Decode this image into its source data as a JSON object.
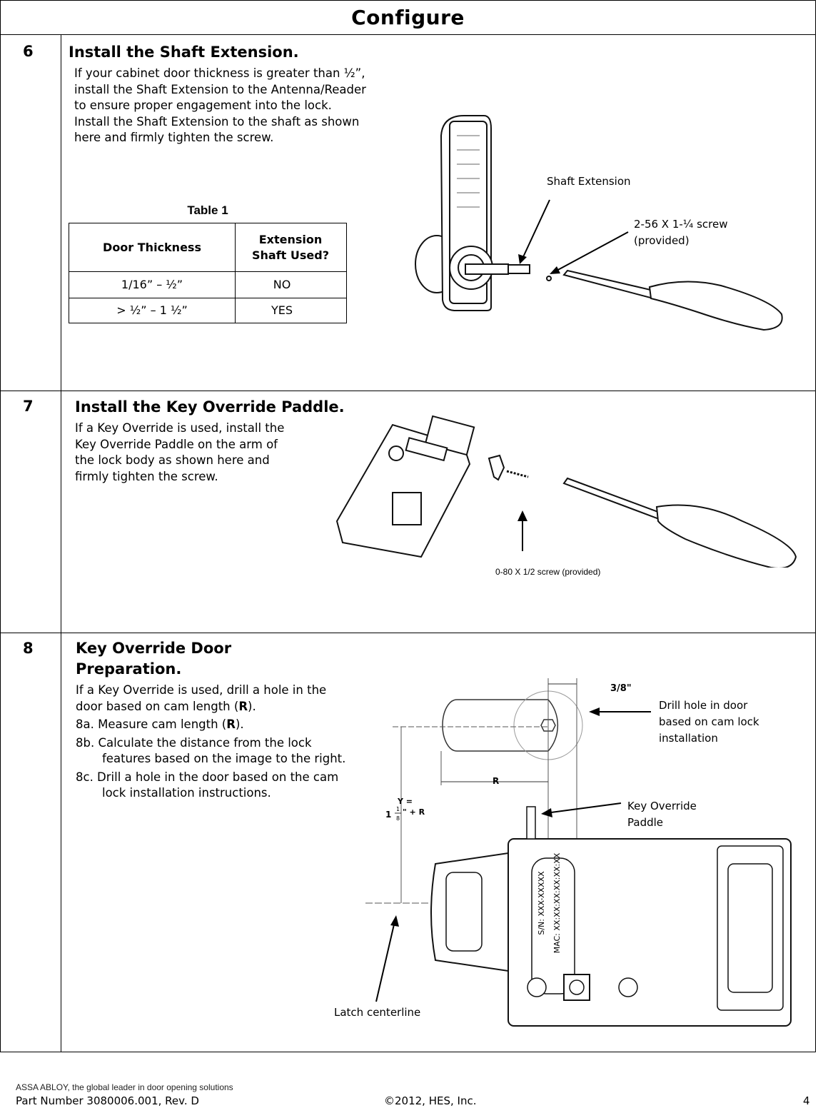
{
  "header": {
    "title": "Configure"
  },
  "steps": [
    {
      "number": "6",
      "title": "Install the Shaft Extension.",
      "text": "If your cabinet door thickness is greater than ½”, install the Shaft Extension to the Antenna/Reader to ensure proper engagement into the lock. Install the Shaft Extension to the shaft as shown here and firmly tighten the screw.",
      "table": {
        "caption": "Table 1",
        "headers": [
          "Door Thickness",
          "Extension Shaft Used?"
        ],
        "rows": [
          [
            "1/16” – ½”",
            "NO"
          ],
          [
            "> ½” – 1 ½”",
            "YES"
          ]
        ]
      },
      "figure": {
        "label_shaft": "Shaft Extension",
        "label_screw_1": "2-56 X 1-¼ screw",
        "label_screw_2": "(provided)"
      }
    },
    {
      "number": "7",
      "title": "Install the Key Override Paddle.",
      "text": "If a Key Override is used, install the Key Override Paddle on the arm of the lock body as shown here and firmly tighten the screw.",
      "figure": {
        "label_screw": "0-80 X 1/2 screw (provided)"
      }
    },
    {
      "number": "8",
      "title": "Key Override Door Preparation.",
      "text_intro_1": "If a Key Override is used, drill a hole in the door based on cam length (",
      "text_intro_bold": "R",
      "text_intro_2": ").",
      "item_a_1": "8a. Measure cam length (",
      "item_a_bold": "R",
      "item_a_2": ").",
      "item_b": "8b. Calculate the distance from the lock features based on the image to the right.",
      "item_c": "8c. Drill a hole in the door based on the cam lock installation instructions.",
      "figure": {
        "dim_top": "3/8\"",
        "dim_r": "R",
        "formula_y": "Y =",
        "formula_whole": "1",
        "formula_num": "1",
        "formula_den": "8",
        "formula_tail": "\" + R",
        "label_drill_1": "Drill hole in door",
        "label_drill_2": "based on cam lock",
        "label_drill_3": "installation",
        "label_paddle_1": "Key Override",
        "label_paddle_2": "Paddle",
        "label_latch": "Latch centerline",
        "label_sn": "S/N: XXX-XXXXX",
        "label_mac": "MAC: XX:XX:XX:XX:XX:XX"
      }
    }
  ],
  "footer": {
    "brand": "ASSA ABLOY, the global leader in door opening solutions",
    "part_number": "Part Number 3080006.001, Rev. D",
    "copyright": "©2012, HES, Inc.",
    "page": "4"
  }
}
